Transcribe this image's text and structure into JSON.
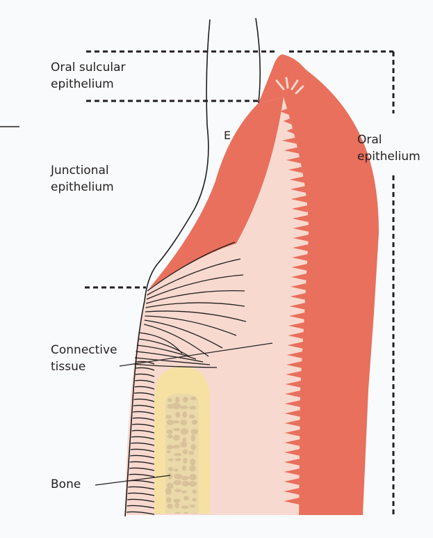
{
  "diagram": {
    "labels": {
      "oral_sulcular": [
        "Oral sulcular",
        "epithelium"
      ],
      "junctional": [
        "Junctional",
        "epithelium"
      ],
      "connective": [
        "Connective",
        "tissue"
      ],
      "bone": "Bone",
      "oral_epithelium": [
        "Oral",
        "epithelium"
      ],
      "enamel": "E"
    },
    "colors": {
      "epithelium": "#e8705c",
      "connective_tissue": "#f8d9cf",
      "bone_outer": "#f6e1a3",
      "bone_trabeculae": "#d9c29a",
      "fibres": "#1e1e1e",
      "background": "#f9fafb"
    }
  }
}
